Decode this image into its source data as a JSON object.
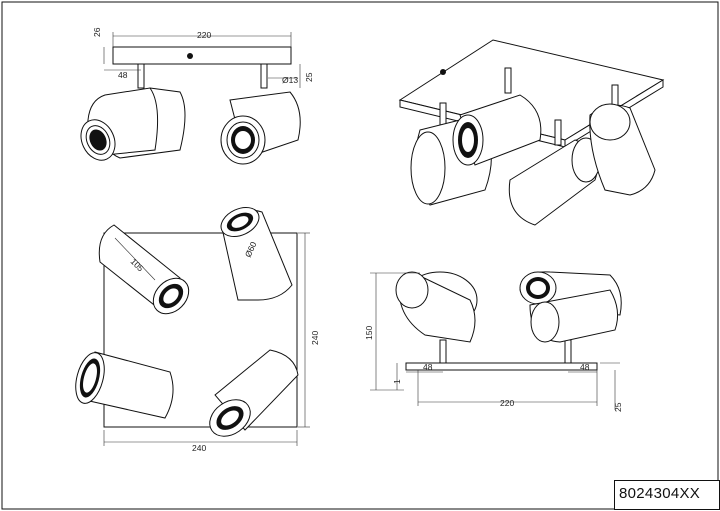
{
  "product_code": "8024304XX",
  "front_view": {
    "width": "220",
    "height": "26",
    "arm_offset": "48",
    "arm_diameter": "Ø13",
    "arm_height": "25"
  },
  "top_view": {
    "spot_length": "105",
    "spot_diameter": "Ø60",
    "width": "240",
    "depth": "240"
  },
  "side_view": {
    "height": "150",
    "offset_left": "48",
    "offset_right": "48",
    "base_thickness": "1",
    "width": "220",
    "arm_height": "25"
  }
}
